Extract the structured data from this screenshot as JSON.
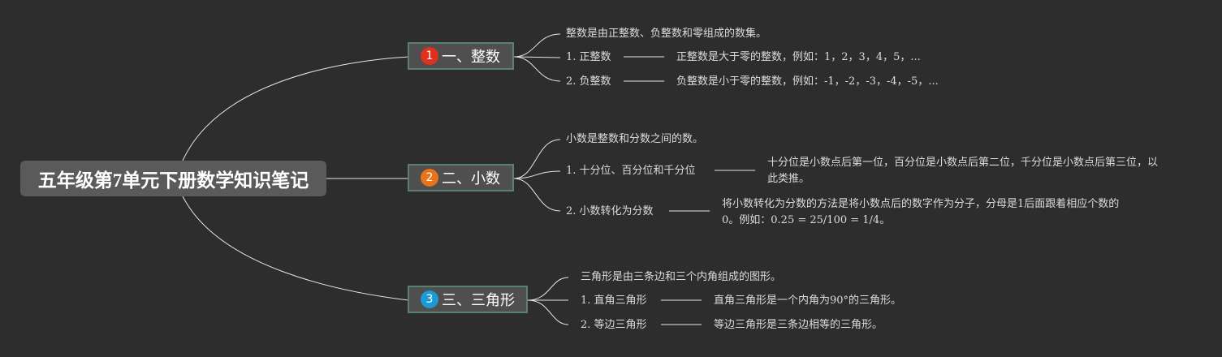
{
  "colors": {
    "background": "#2d2d2d",
    "root_fill": "#5a5a5a",
    "branch_fill": "#4f4f4f",
    "branch_border": "#5a7f73",
    "line": "#e6e6e6",
    "badge_1": "#e0301e",
    "badge_2": "#e8731a",
    "badge_3": "#1b9ad6"
  },
  "root": {
    "label": "五年级第7单元下册数学知识笔记"
  },
  "branches": [
    {
      "badge": "1",
      "label": "一、整数",
      "intro": "整数是由正整数、负整数和零组成的数集。",
      "items": [
        {
          "label": "1. 正整数",
          "detail": "正整数是大于零的整数，例如：1，2，3，4，5，..."
        },
        {
          "label": "2. 负整数",
          "detail": "负整数是小于零的整数，例如：-1，-2，-3，-4，-5，..."
        }
      ]
    },
    {
      "badge": "2",
      "label": "二、小数",
      "intro": "小数是整数和分数之间的数。",
      "items": [
        {
          "label": "1. 十分位、百分位和千分位",
          "detail": "十分位是小数点后第一位，百分位是小数点后第二位，千分位是小数点后第三位，以此类推。"
        },
        {
          "label": "2. 小数转化为分数",
          "detail": "将小数转化为分数的方法是将小数点后的数字作为分子，分母是1后面跟着相应个数的0。例如：0.25 = 25/100 = 1/4。"
        }
      ]
    },
    {
      "badge": "3",
      "label": "三、三角形",
      "intro": "三角形是由三条边和三个内角组成的图形。",
      "items": [
        {
          "label": "1. 直角三角形",
          "detail": "直角三角形是一个内角为90°的三角形。"
        },
        {
          "label": "2. 等边三角形",
          "detail": "等边三角形是三条边相等的三角形。"
        }
      ]
    }
  ]
}
